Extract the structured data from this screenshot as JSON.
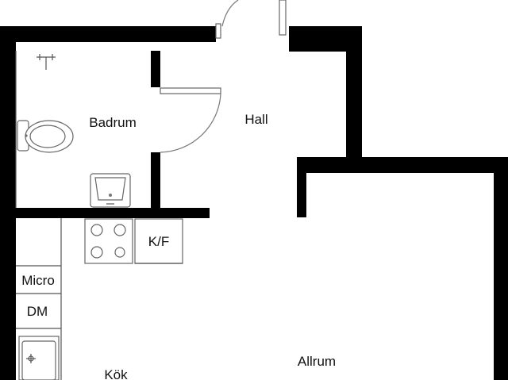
{
  "rooms": {
    "badrum": "Badrum",
    "hall": "Hall",
    "kok": "Kök",
    "allrum": "Allrum"
  },
  "appliances": {
    "fridge_freezer": "K/F",
    "microwave": "Micro",
    "dishwasher": "DM"
  },
  "icons": [
    "stove-icon",
    "sink-icon",
    "toilet-icon",
    "washbasin-icon",
    "bath-mixer-icon",
    "door-swing-icon"
  ]
}
